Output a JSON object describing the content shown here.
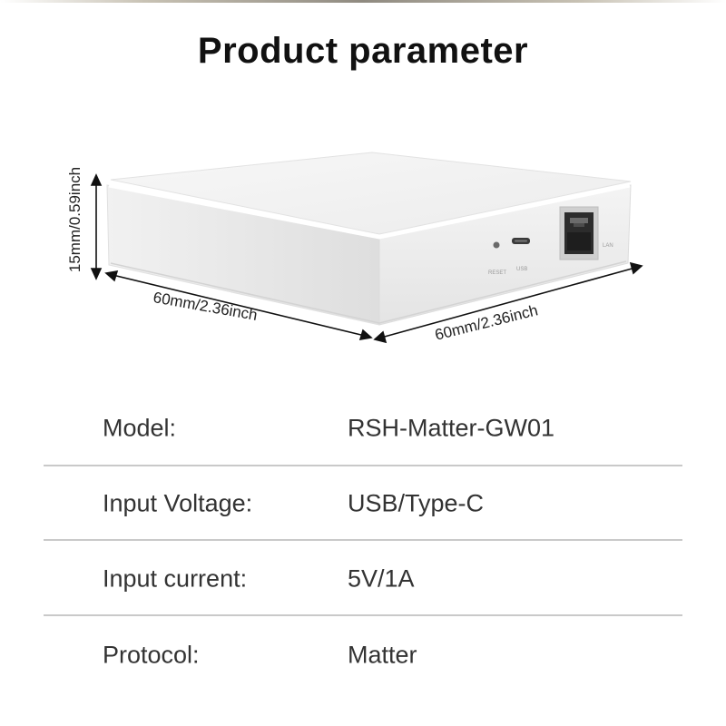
{
  "title": "Product parameter",
  "dimensions": {
    "height": "15mm/0.59inch",
    "width_left": "60mm/2.36inch",
    "width_right": "60mm/2.36inch"
  },
  "device": {
    "reset_label": "RESET",
    "usb_label": "USB",
    "lan_label": "LAN"
  },
  "specs": [
    {
      "label": "Model:",
      "value": "RSH-Matter-GW01"
    },
    {
      "label": "Input Voltage:",
      "value": "USB/Type-C"
    },
    {
      "label": "Input current:",
      "value": "5V/1A"
    },
    {
      "label": "Protocol:",
      "value": "Matter"
    }
  ]
}
